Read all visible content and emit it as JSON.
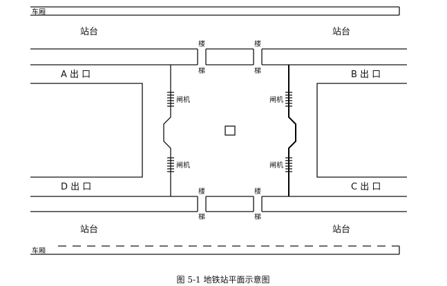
{
  "labels": {
    "carriage": "车厢",
    "platform": "站台",
    "stair_top": "楼",
    "stair_bottom": "梯",
    "gate": "闸机",
    "exit_a": "A 出 口",
    "exit_b": "B 出 口",
    "exit_c": "C 出 口",
    "exit_d": "D 出 口"
  },
  "caption": "图 5-1  地铁站平面示意图"
}
